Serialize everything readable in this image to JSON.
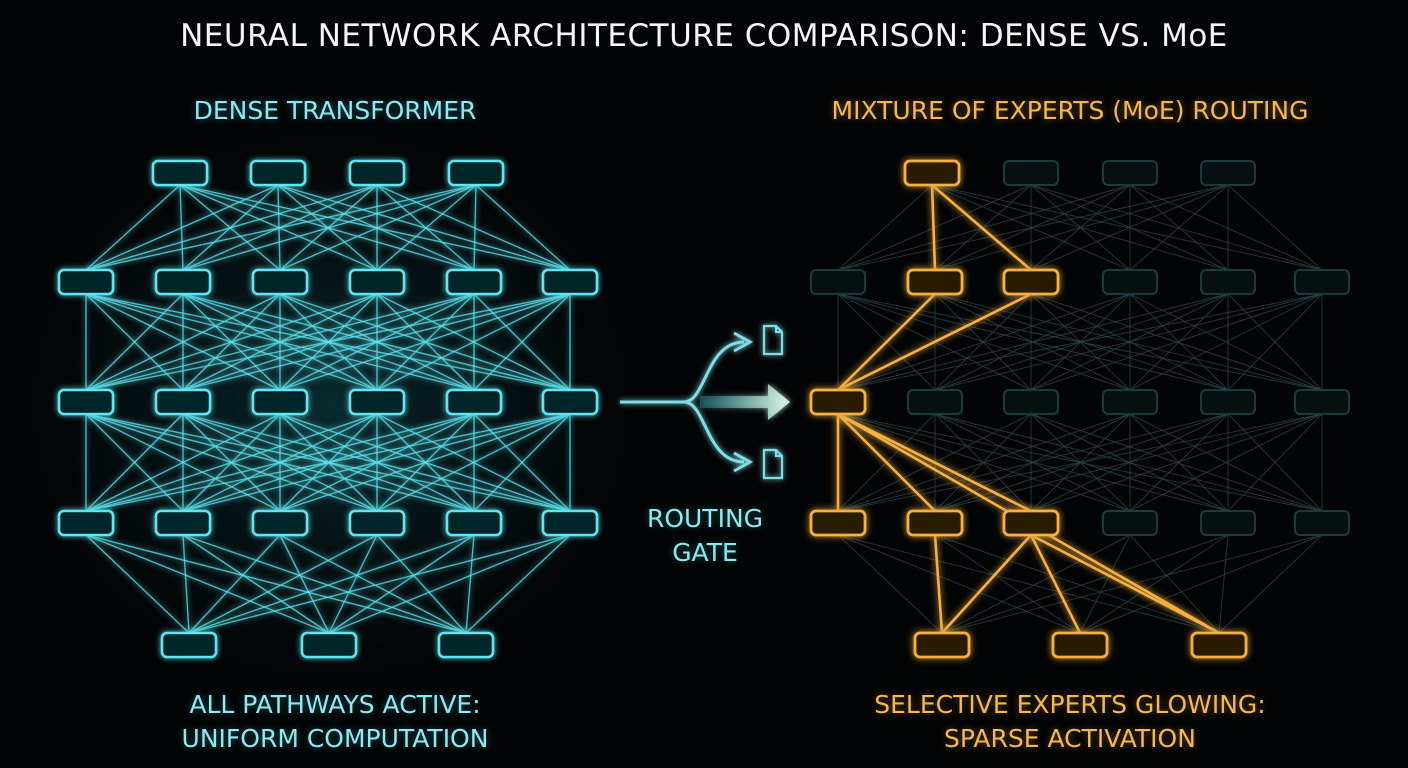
{
  "title": "NEURAL NETWORK ARCHITECTURE COMPARISON: DENSE VS. MoE",
  "dense": {
    "heading": "DENSE TRANSFORMER",
    "caption_line1": "ALL PATHWAYS ACTIVE:",
    "caption_line2": "UNIFORM COMPUTATION"
  },
  "gate": {
    "label_line1": "ROUTING",
    "label_line2": "GATE"
  },
  "moe": {
    "heading": "MIXTURE OF EXPERTS (MoE) ROUTING",
    "caption_line1": "SELECTIVE EXPERTS GLOWING:",
    "caption_line2": "SPARSE ACTIVATION"
  },
  "colors": {
    "background": "#030405",
    "dense_accent": "#5ee6f0",
    "moe_accent": "#f5b040",
    "inactive": "#2e4a4c"
  },
  "icons": [
    "routing-arrow-icon",
    "document-icon"
  ]
}
